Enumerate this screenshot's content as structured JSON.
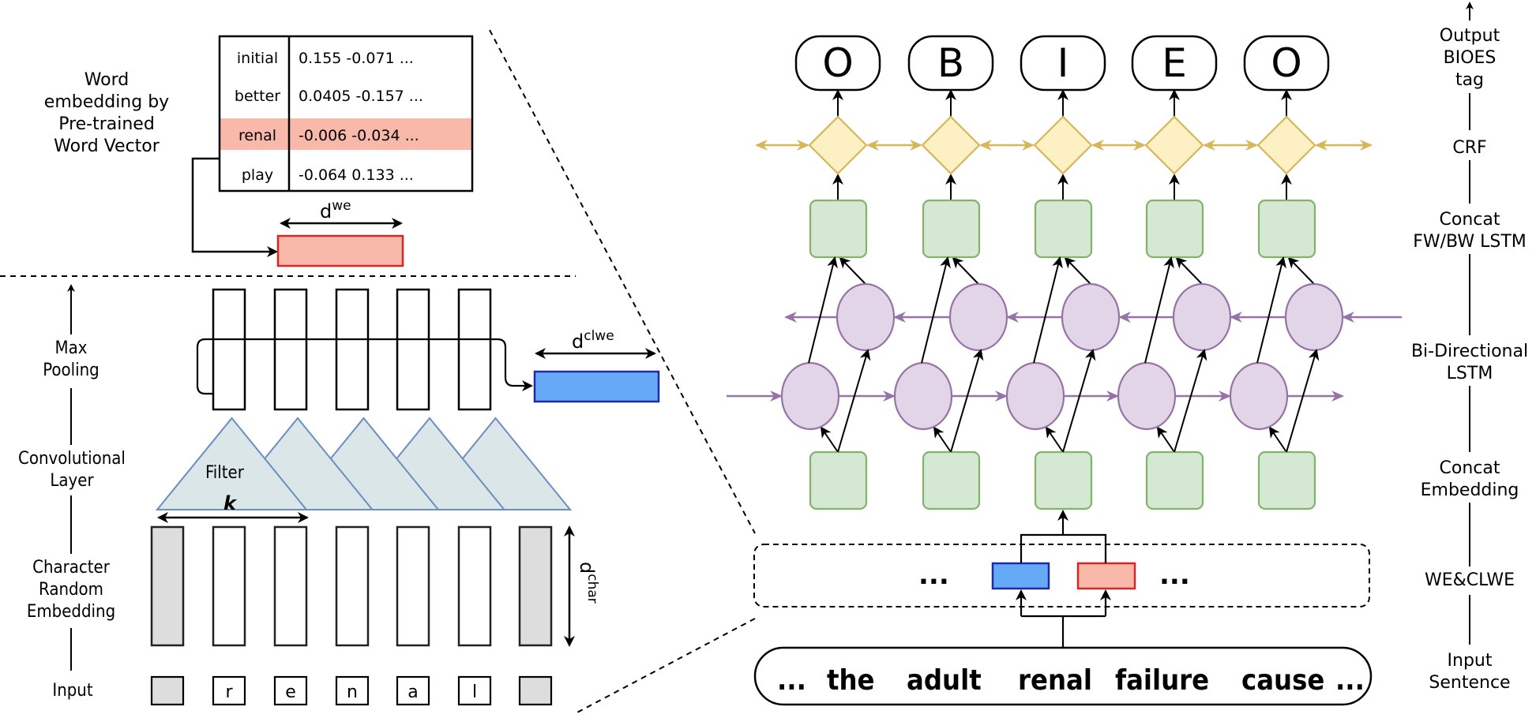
{
  "left_panel": {
    "word_embedding_label": [
      "Word",
      "embedding by",
      "Pre-trained",
      "Word Vector"
    ],
    "vector_table": {
      "rows": [
        {
          "word": "initial",
          "vector": "0.155 -0.071 ...",
          "highlighted": false
        },
        {
          "word": "better",
          "vector": "0.0405 -0.157 ...",
          "highlighted": false
        },
        {
          "word": "renal",
          "vector": "-0.006 -0.034 ...",
          "highlighted": true
        },
        {
          "word": "play",
          "vector": "-0.064 0.133 ..."
        }
      ]
    },
    "dwe_label_base": "d",
    "dwe_label_sup": "we",
    "dclwe_label_base": "d",
    "dclwe_label_sup": "clwe",
    "dchar_label_base": "d",
    "dchar_label_sup": "char",
    "filter_label": "Filter",
    "k_label": "k",
    "axis_labels": {
      "max_pooling": [
        "Max",
        "Pooling"
      ],
      "conv": [
        "Convolutional",
        "Layer"
      ],
      "char_embed": [
        "Character",
        "Random",
        "Embedding"
      ],
      "input": [
        "Input"
      ]
    },
    "input_chars": [
      "",
      "r",
      "e",
      "n",
      "a",
      "l",
      ""
    ]
  },
  "right_panel": {
    "output_tags": [
      "O",
      "B",
      "I",
      "E",
      "O"
    ],
    "sentence": [
      "...",
      "the",
      "adult",
      "renal",
      "failure",
      "cause",
      "..."
    ],
    "ellipsis_left": "...",
    "ellipsis_right": "...",
    "axis_labels": [
      [
        "Output",
        "BIOES",
        "tag"
      ],
      [
        "CRF"
      ],
      [
        "Concat",
        "FW/BW LSTM"
      ],
      [
        "Bi-Directional",
        "LSTM"
      ],
      [
        "Concat",
        "Embedding"
      ],
      [
        "WE&CLWE"
      ],
      [
        "Input",
        "Sentence"
      ]
    ]
  },
  "colors": {
    "word_vec_fill": "#f8b9aa",
    "word_vec_stroke": "#d62728",
    "char_vec_fill": "#66aaf7",
    "char_vec_stroke": "#1f2ba6",
    "crf_fill": "#fdf0c4",
    "crf_stroke": "#d6b656",
    "lstm_fill": "#e1d5e7",
    "lstm_stroke": "#9673a6",
    "concat_fill": "#d5e8d4",
    "concat_stroke": "#82b366",
    "filter_fill": "#dae6e8",
    "filter_stroke": "#6c8ebf",
    "pad_fill": "#dddddd"
  }
}
